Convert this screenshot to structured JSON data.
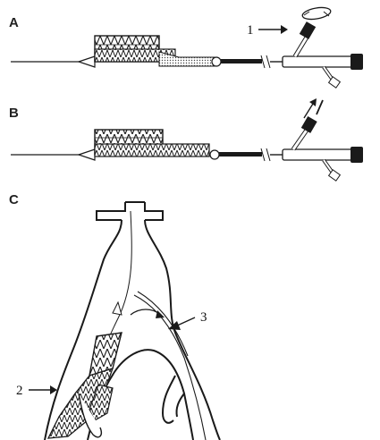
{
  "panels": [
    {
      "letter": "A"
    },
    {
      "letter": "B"
    },
    {
      "letter": "C"
    }
  ],
  "callouts": [
    "1",
    "2",
    "3"
  ],
  "colors": {
    "ink": "#1a1a1a",
    "background": "#ffffff"
  }
}
